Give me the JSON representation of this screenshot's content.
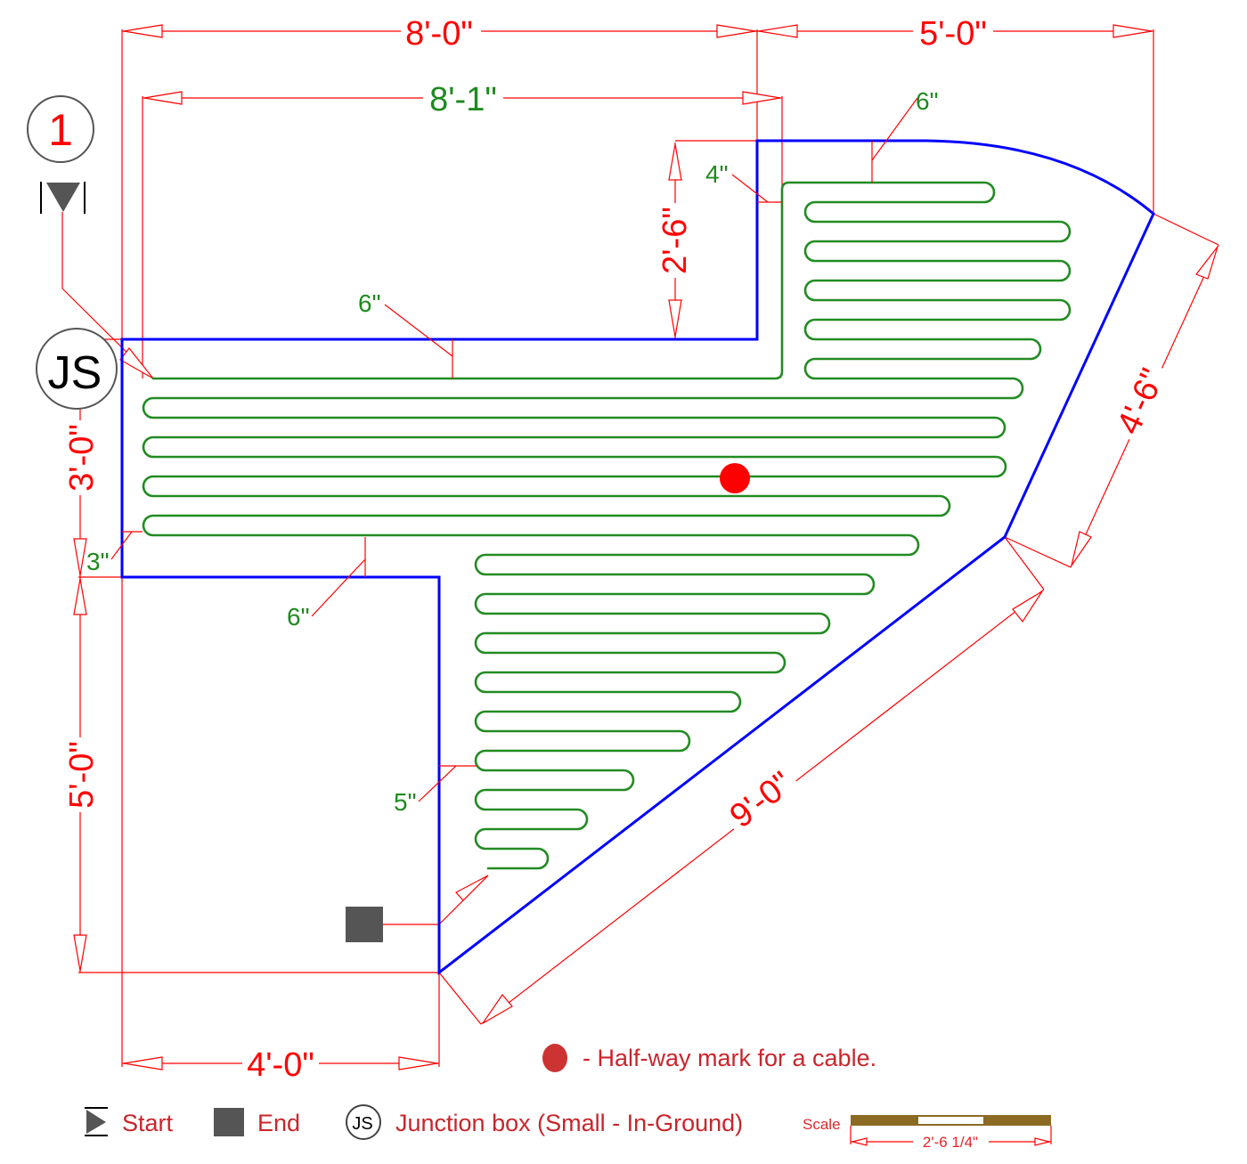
{
  "drawing": {
    "type": "floor heating cable layout",
    "colors": {
      "dimension": "#ff0000",
      "wall": "#0000ff",
      "cable": "#228b22",
      "spacing_label": "#1f8a1f",
      "legend_text": "#c8262b",
      "symbol_fill": "#555555",
      "scale_bar": "#8b6a23"
    },
    "section_marker": {
      "number": "1"
    },
    "dimensions": {
      "top_left": "8'-0\"",
      "top_right": "5'-0\"",
      "inner_top": "8'-1\"",
      "notch_height": "2'-6\"",
      "left_upper": "3'-0\"",
      "left_lower": "5'-0\"",
      "bottom": "4'-0\"",
      "diagonal_long": "9'-0\"",
      "diagonal_short": "4'-6\""
    },
    "spacings": {
      "top_right_run": "6\"",
      "notch_offset": "4\"",
      "top_left_run": "6\"",
      "left_wall": "3\"",
      "bottom_left_run": "6\"",
      "lower_section": "5\""
    },
    "halfway_marker": {
      "label": "- Half-way mark for a cable."
    },
    "junction_box": {
      "label": "JS"
    }
  },
  "legend": {
    "start_label": "Start",
    "end_label": "End",
    "junction_symbol": "JS",
    "junction_label": "Junction box (Small - In-Ground)",
    "scale_label": "Scale",
    "scale_value": "2'-6 1/4\""
  }
}
